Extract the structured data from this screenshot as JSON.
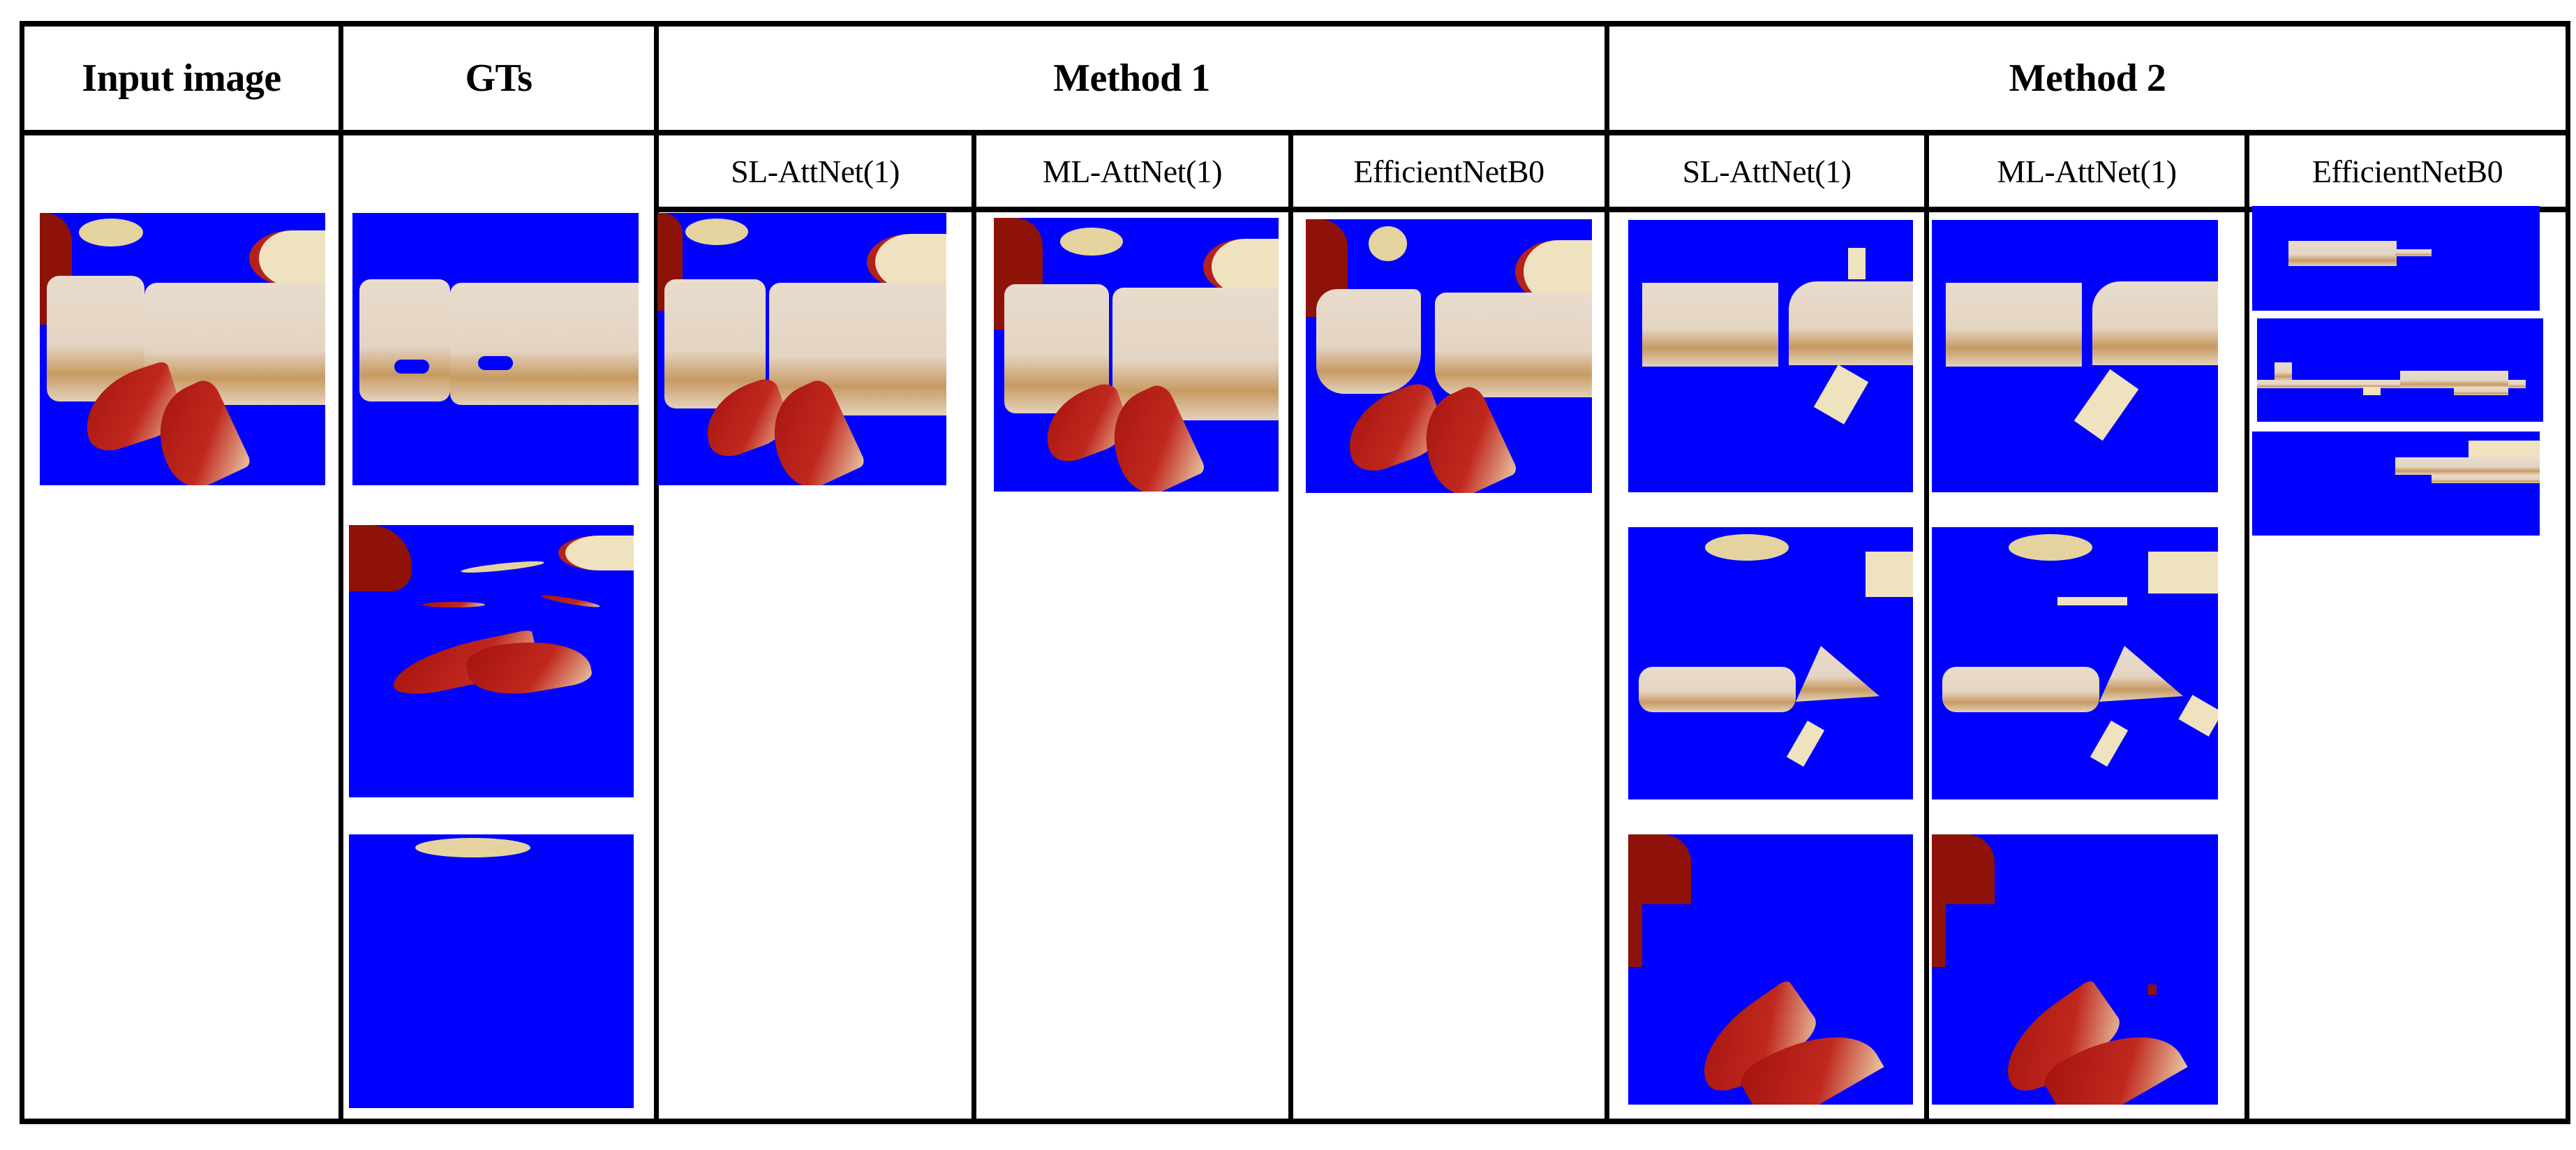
{
  "figure": {
    "headers": {
      "input": "Input image",
      "gts": "GTs",
      "method1": "Method 1",
      "method2": "Method 2"
    },
    "method1": {
      "columns": [
        "SL-AttNet(1)",
        "ML-AttNet(1)",
        "EfficientNetB0"
      ]
    },
    "method2": {
      "columns": [
        "SL-AttNet(1)",
        "ML-AttNet(1)",
        "EfficientNetB0"
      ]
    },
    "colors": {
      "segmentation_background": "#0000fe",
      "border": "#000000",
      "page": "#ffffff"
    },
    "cells": {
      "input": [
        "sandwich with apple slices (input)"
      ],
      "gts": [
        "bread segment",
        "apple slices segment",
        "apple chip segment"
      ],
      "method1_sl": [
        "full prediction"
      ],
      "method1_ml": [
        "full prediction"
      ],
      "method1_eff": [
        "full prediction"
      ],
      "method2_sl": [
        "bread segment",
        "bread crust segment",
        "apple segment"
      ],
      "method2_ml": [
        "bread segment",
        "bread crust segment",
        "apple segment"
      ],
      "method2_eff": [
        "bread segment",
        "crust segment",
        "apple/bread segment"
      ]
    }
  }
}
